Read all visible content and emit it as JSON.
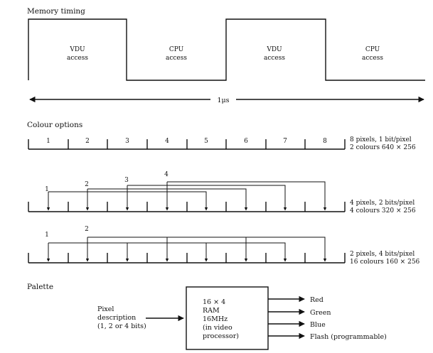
{
  "memory_timing": {
    "title": "Memory timing",
    "phases": [
      {
        "label": "VDU",
        "sub": "access",
        "high": true
      },
      {
        "label": "CPU",
        "sub": "access",
        "high": false
      },
      {
        "label": "VDU",
        "sub": "access",
        "high": true
      },
      {
        "label": "CPU",
        "sub": "access",
        "high": false
      }
    ],
    "period_label": "1μs"
  },
  "colour_options": {
    "title": "Colour options",
    "mode1": {
      "cells": [
        "1",
        "2",
        "3",
        "4",
        "5",
        "6",
        "7",
        "8"
      ],
      "desc_line1": "8 pixels, 1 bit/pixel",
      "desc_line2": "2 colours 640 × 256"
    },
    "mode2": {
      "pixels": [
        "1",
        "2",
        "3",
        "4"
      ],
      "desc_line1": "4 pixels, 2 bits/pixel",
      "desc_line2": "4 colours 320 × 256"
    },
    "mode3": {
      "pixels": [
        "1",
        "2"
      ],
      "desc_line1": "2 pixels, 4 bits/pixel",
      "desc_line2": "16 colours 160 × 256"
    }
  },
  "palette": {
    "title": "Palette",
    "input_line1": "Pixel",
    "input_line2": "description",
    "input_line3": "(1, 2 or 4 bits)",
    "box_lines": [
      "16 × 4",
      "RAM",
      "16MHz",
      "(in video",
      "processor)"
    ],
    "outputs": [
      "Red",
      "Green",
      "Blue",
      "Flash (programmable)"
    ]
  }
}
